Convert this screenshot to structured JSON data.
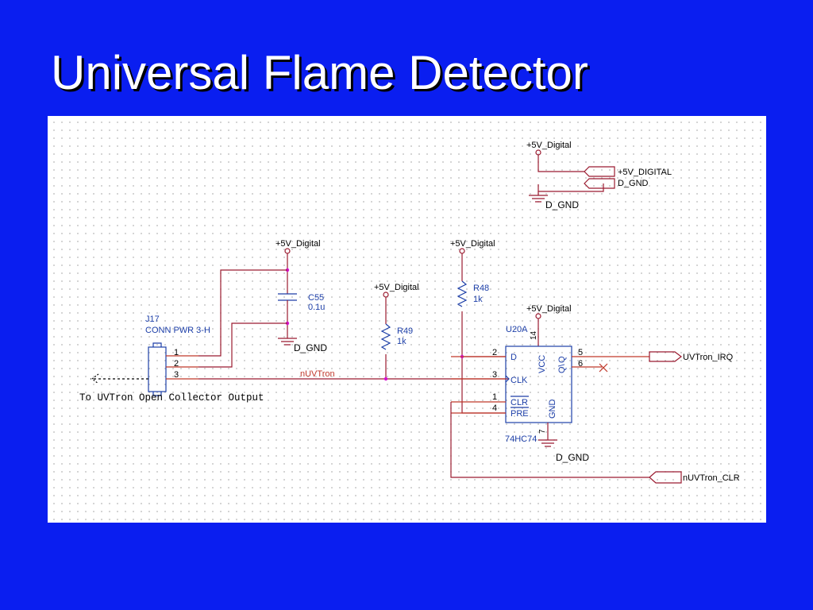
{
  "slide": {
    "title": "Universal Flame Detector"
  },
  "schematic": {
    "power_labels": {
      "top": "+5V_Digital",
      "c55": "+5V_Digital",
      "r48": "+5V_Digital",
      "r49": "+5V_Digital",
      "u20": "+5V_Digital"
    },
    "ground_labels": {
      "top": "D_GND",
      "c55": "D_GND",
      "u20": "D_GND"
    },
    "power_port": {
      "vcc_label": "+5V_DIGITAL",
      "gnd_label": "D_GND"
    },
    "j17": {
      "ref": "J17",
      "value": "CONN PWR 3-H",
      "pins": [
        "1",
        "2",
        "3"
      ],
      "note": "To UVTron Open Collector Output"
    },
    "c55": {
      "ref": "C55",
      "value": "0.1u"
    },
    "r49": {
      "ref": "R49",
      "value": "1k"
    },
    "r48": {
      "ref": "R48",
      "value": "1k"
    },
    "net_nuvtron": "nUVTron",
    "u20": {
      "ref": "U20A",
      "part": "74HC74",
      "vcc_pin": "14",
      "gnd_pin": "7",
      "pin_d": "D",
      "pin_clk": "CLK",
      "pin_clr": "CLR",
      "pin_pre": "PRE",
      "pin_vcc": "VCC",
      "pin_gnd": "GND",
      "pin_q": "Q",
      "pin_qn": "Q\\",
      "left_pins": [
        "2",
        "3",
        "1",
        "4"
      ],
      "right_pins": [
        "5",
        "6"
      ]
    },
    "ports": {
      "irq": "UVTron_IRQ",
      "clr": "nUVTron_CLR"
    }
  }
}
